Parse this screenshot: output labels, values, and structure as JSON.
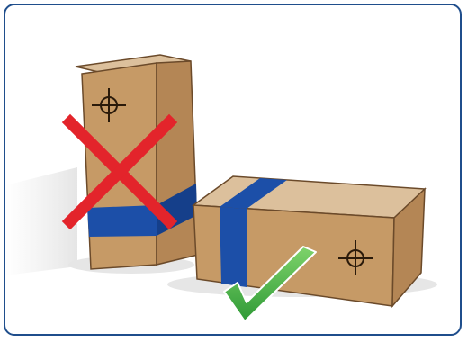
{
  "illustration": {
    "upright_box": {
      "status": "incorrect",
      "mark": "red-x"
    },
    "flat_box": {
      "status": "correct",
      "mark": "green-check"
    }
  },
  "colors": {
    "frame": "#1f4e8c",
    "cardboard_front": "#c69a66",
    "cardboard_side": "#b98d5a",
    "cardboard_top": "#dcc09c",
    "tape": "#1c4fa8",
    "cross": "#e3242b",
    "check": "#3fae3f"
  }
}
